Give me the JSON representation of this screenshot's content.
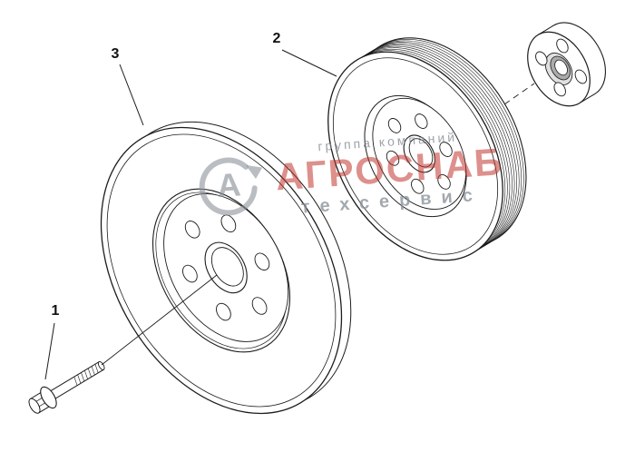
{
  "figure": {
    "type": "exploded-parts-diagram",
    "callouts": [
      {
        "number": "1",
        "part": "flange-bolt"
      },
      {
        "number": "2",
        "part": "grooved-pulley"
      },
      {
        "number": "3",
        "part": "damper-disc"
      }
    ]
  },
  "watermark": {
    "top": "группа компаний",
    "title": "АГРОСНАБ",
    "bottom": "техсервис",
    "logo_letter": "А"
  },
  "colors": {
    "line": "#1c1c1c",
    "watermark_red": "#c1342e",
    "watermark_gray": "#848c93"
  }
}
